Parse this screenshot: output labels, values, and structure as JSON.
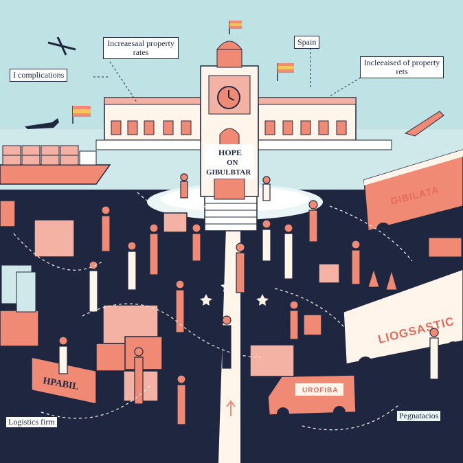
{
  "callouts": {
    "complications": "I complications",
    "increased_top": "Increaesaal property rates",
    "spain": "Spain",
    "increased_right": "Incleeaised of property rets",
    "logistics_firm": "Logistics firm",
    "pregnatacios": "Pegnatacios"
  },
  "building_sign": {
    "line1": "HOPE",
    "line2": "ON",
    "line3": "GIBULBTAR"
  },
  "truck_top_text": "GIBILATA",
  "truck_bottom_text": "LIOGSASTIC",
  "left_banner_text": "HPABIL",
  "van_text": "UROFIBA",
  "colors": {
    "sky": "#bfe3e4",
    "ground": "#1f2740",
    "coral": "#f08a75",
    "cream": "#fff5ea",
    "ink": "#1f2740"
  }
}
